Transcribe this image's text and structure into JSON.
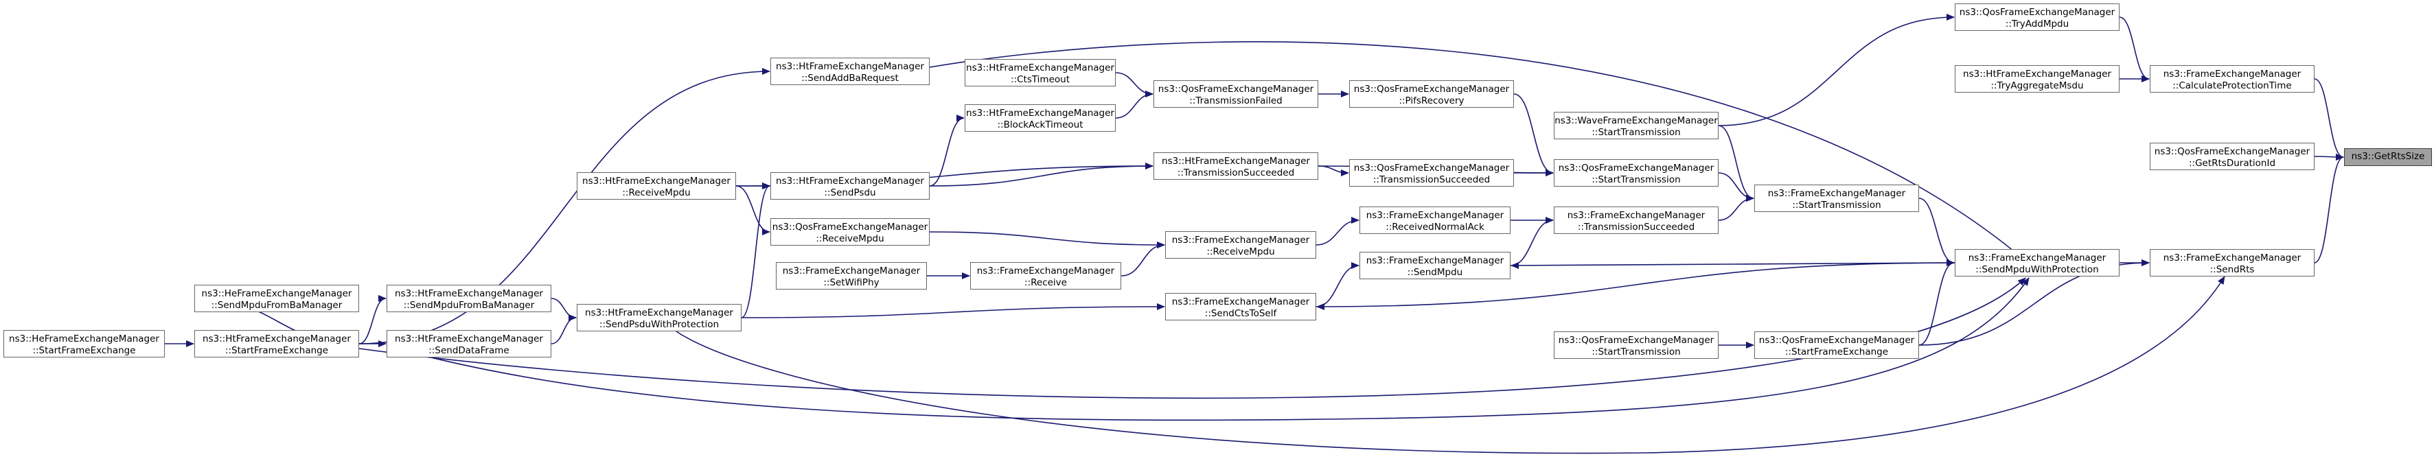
{
  "colors": {
    "edge": "#191970",
    "node_border": "#666666",
    "focus_fill": "#a0a0a0"
  },
  "nodes": [
    {
      "id": "getrtssize",
      "lines": [
        "ns3::GetRtsSize"
      ],
      "focus": true
    },
    {
      "id": "getrtsdurationid",
      "lines": [
        "ns3::QosFrameExchangeManager",
        "::GetRtsDurationId"
      ]
    },
    {
      "id": "sendrts",
      "lines": [
        "ns3::FrameExchangeManager",
        "::SendRts"
      ]
    },
    {
      "id": "calcprottime",
      "lines": [
        "ns3::FrameExchangeManager",
        "::CalculateProtectionTime"
      ]
    },
    {
      "id": "tryaddmpdu",
      "lines": [
        "ns3::QosFrameExchangeManager",
        "::TryAddMpdu"
      ]
    },
    {
      "id": "tryaggmsdu",
      "lines": [
        "ns3::HtFrameExchangeManager",
        "::TryAggregateMsdu"
      ]
    },
    {
      "id": "sendmpduwithprot",
      "lines": [
        "ns3::FrameExchangeManager",
        "::SendMpduWithProtection"
      ]
    },
    {
      "id": "wave_starttx",
      "lines": [
        "ns3::WaveFrameExchangeManager",
        "::StartTransmission"
      ]
    },
    {
      "id": "fem_starttx",
      "lines": [
        "ns3::FrameExchangeManager",
        "::StartTransmission"
      ]
    },
    {
      "id": "qos_starttx_top",
      "lines": [
        "ns3::QosFrameExchangeManager",
        "::StartTransmission"
      ]
    },
    {
      "id": "pifsrecovery",
      "lines": [
        "ns3::QosFrameExchangeManager",
        "::PifsRecovery"
      ]
    },
    {
      "id": "qos_txsucc",
      "lines": [
        "ns3::QosFrameExchangeManager",
        "::TransmissionSucceeded"
      ]
    },
    {
      "id": "fem_txsucc",
      "lines": [
        "ns3::FrameExchangeManager",
        "::TransmissionSucceeded"
      ]
    },
    {
      "id": "recvnormalack",
      "lines": [
        "ns3::FrameExchangeManager",
        "::ReceivedNormalAck"
      ]
    },
    {
      "id": "fem_sendmpdu",
      "lines": [
        "ns3::FrameExchangeManager",
        "::SendMpdu"
      ]
    },
    {
      "id": "fem_recvmpdu",
      "lines": [
        "ns3::FrameExchangeManager",
        "::ReceiveMpdu"
      ]
    },
    {
      "id": "fem_sendctstoself",
      "lines": [
        "ns3::FrameExchangeManager",
        "::SendCtsToSelf"
      ]
    },
    {
      "id": "qos_startfe",
      "lines": [
        "ns3::QosFrameExchangeManager",
        "::StartFrameExchange"
      ]
    },
    {
      "id": "qos_starttx_bottom",
      "lines": [
        "ns3::QosFrameExchangeManager",
        "::StartTransmission"
      ]
    },
    {
      "id": "qos_txfailed",
      "lines": [
        "ns3::QosFrameExchangeManager",
        "::TransmissionFailed"
      ]
    },
    {
      "id": "ht_ctstimeout",
      "lines": [
        "ns3::HtFrameExchangeManager",
        "::CtsTimeout"
      ]
    },
    {
      "id": "ht_blockacktimeout",
      "lines": [
        "ns3::HtFrameExchangeManager",
        "::BlockAckTimeout"
      ]
    },
    {
      "id": "ht_txsucc",
      "lines": [
        "ns3::HtFrameExchangeManager",
        "::TransmissionSucceeded"
      ]
    },
    {
      "id": "fem_receive",
      "lines": [
        "ns3::FrameExchangeManager",
        "::Receive"
      ]
    },
    {
      "id": "fem_setwifiphy",
      "lines": [
        "ns3::FrameExchangeManager",
        "::SetWifiPhy"
      ]
    },
    {
      "id": "ht_sendaddba",
      "lines": [
        "ns3::HtFrameExchangeManager",
        "::SendAddBaRequest"
      ]
    },
    {
      "id": "ht_sendpsdu",
      "lines": [
        "ns3::HtFrameExchangeManager",
        "::SendPsdu"
      ]
    },
    {
      "id": "qos_recvmpdu",
      "lines": [
        "ns3::QosFrameExchangeManager",
        "::ReceiveMpdu"
      ]
    },
    {
      "id": "ht_recvmpdu",
      "lines": [
        "ns3::HtFrameExchangeManager",
        "::ReceiveMpdu"
      ]
    },
    {
      "id": "ht_sendpsduwithprot",
      "lines": [
        "ns3::HtFrameExchangeManager",
        "::SendPsduWithProtection"
      ]
    },
    {
      "id": "ht_sendmpdufromba",
      "lines": [
        "ns3::HtFrameExchangeManager",
        "::SendMpduFromBaManager"
      ]
    },
    {
      "id": "ht_senddataframe",
      "lines": [
        "ns3::HtFrameExchangeManager",
        "::SendDataFrame"
      ]
    },
    {
      "id": "he_sendmpdufromba",
      "lines": [
        "ns3::HeFrameExchangeManager",
        "::SendMpduFromBaManager"
      ]
    },
    {
      "id": "ht_startfe",
      "lines": [
        "ns3::HtFrameExchangeManager",
        "::StartFrameExchange"
      ]
    },
    {
      "id": "he_startfe",
      "lines": [
        "ns3::HeFrameExchangeManager",
        "::StartFrameExchange"
      ]
    }
  ],
  "edges": [
    [
      "getrtsdurationid",
      "getrtssize"
    ],
    [
      "sendrts",
      "getrtssize"
    ],
    [
      "calcprottime",
      "getrtssize"
    ],
    [
      "tryaddmpdu",
      "calcprottime"
    ],
    [
      "tryaggmsdu",
      "calcprottime"
    ],
    [
      "sendmpduwithprot",
      "sendrts"
    ],
    [
      "qos_startfe",
      "sendrts"
    ],
    [
      "wave_starttx",
      "tryaddmpdu"
    ],
    [
      "fem_starttx",
      "sendmpduwithprot"
    ],
    [
      "qos_startfe",
      "sendmpduwithprot"
    ],
    [
      "qos_starttx_top",
      "fem_starttx"
    ],
    [
      "wave_starttx",
      "fem_starttx"
    ],
    [
      "fem_txsucc",
      "fem_starttx"
    ],
    [
      "pifsrecovery",
      "qos_starttx_top"
    ],
    [
      "qos_txsucc",
      "qos_starttx_top"
    ],
    [
      "ht_txsucc",
      "qos_starttx_top"
    ],
    [
      "recvnormalack",
      "fem_txsucc"
    ],
    [
      "fem_sendmpdu",
      "fem_txsucc"
    ],
    [
      "fem_recvmpdu",
      "recvnormalack"
    ],
    [
      "sendmpduwithprot",
      "fem_sendmpdu"
    ],
    [
      "fem_sendctstoself",
      "fem_sendmpdu"
    ],
    [
      "sendmpduwithprot",
      "fem_sendctstoself"
    ],
    [
      "fem_receive",
      "fem_recvmpdu"
    ],
    [
      "qos_recvmpdu",
      "fem_recvmpdu"
    ],
    [
      "fem_setwifiphy",
      "fem_receive"
    ],
    [
      "qos_starttx_bottom",
      "qos_startfe"
    ],
    [
      "qos_txfailed",
      "pifsrecovery"
    ],
    [
      "ht_ctstimeout",
      "qos_txfailed"
    ],
    [
      "ht_blockacktimeout",
      "qos_txfailed"
    ],
    [
      "ht_sendpsdu",
      "ht_blockacktimeout"
    ],
    [
      "ht_sendpsdu",
      "ht_txsucc"
    ],
    [
      "ht_txsucc",
      "qos_txsucc"
    ],
    [
      "ht_recvmpdu",
      "ht_txsucc"
    ],
    [
      "ht_sendaddba",
      "wave_starttx"
    ],
    [
      "ht_sendpsduwithprot",
      "ht_sendpsdu"
    ],
    [
      "ht_recvmpdu",
      "ht_sendpsdu"
    ],
    [
      "ht_recvmpdu",
      "qos_recvmpdu"
    ],
    [
      "ht_startfe",
      "ht_sendaddba"
    ],
    [
      "ht_sendpsduwithprot",
      "fem_sendctstoself"
    ],
    [
      "ht_sendmpdufromba",
      "ht_sendpsduwithprot"
    ],
    [
      "ht_senddataframe",
      "ht_sendpsduwithprot"
    ],
    [
      "ht_startfe",
      "ht_sendmpdufromba"
    ],
    [
      "ht_startfe",
      "ht_senddataframe"
    ],
    [
      "he_sendmpdufromba",
      "ht_startfe"
    ],
    [
      "he_startfe",
      "ht_startfe"
    ],
    [
      "ht_startfe",
      "sendmpduwithprot"
    ],
    [
      "ht_senddataframe",
      "sendmpduwithprot"
    ],
    [
      "ht_sendpsduwithprot",
      "sendrts"
    ]
  ]
}
